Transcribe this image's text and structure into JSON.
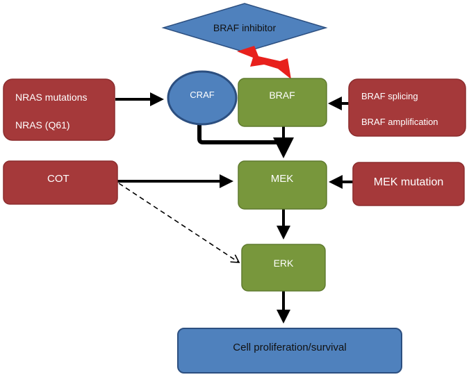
{
  "nodes": {
    "braf_inhibitor": "BRAF inhibitor",
    "nras_mutations": "NRAS mutations",
    "nras_q61": "NRAS (Q61)",
    "craf": "CRAF",
    "braf": "BRAF",
    "braf_splicing": "BRAF splicing",
    "braf_amplification": "BRAF amplification",
    "cot": "COT",
    "mek": "MEK",
    "mek_mutation": "MEK mutation",
    "erk": "ERK",
    "cell_proliferation": "Cell proliferation/survival"
  },
  "colors": {
    "red_box": "#a5393a",
    "red_box_border": "#8b2d2e",
    "green_box": "#78973c",
    "green_box_border": "#5f7a2e",
    "blue_shape": "#4f81bd",
    "blue_shape_border": "#2c4f80",
    "inhibition_bolt": "#e8201c",
    "arrow": "#000000",
    "light_text": "#ffffff",
    "dark_text": "#111111"
  }
}
